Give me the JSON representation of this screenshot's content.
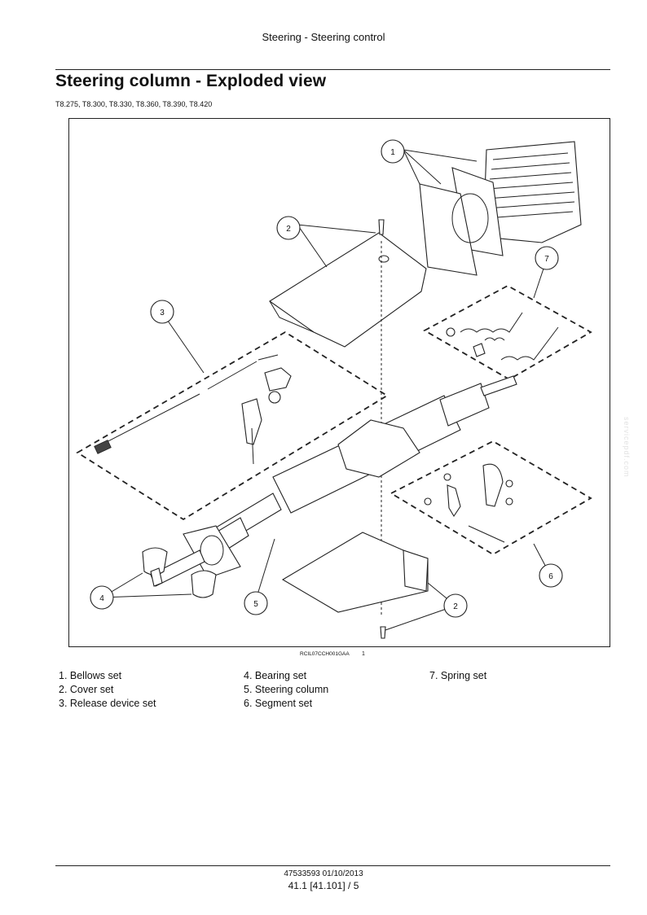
{
  "header": {
    "title": "Steering - Steering control"
  },
  "page": {
    "title": "Steering column - Exploded view",
    "models": "T8.275, T8.300, T8.330, T8.360, T8.390, T8.420"
  },
  "figure": {
    "code": "RCIL07CCH001GAA",
    "number": "1",
    "callouts": [
      "1",
      "2",
      "3",
      "7",
      "4",
      "5",
      "6",
      "2"
    ]
  },
  "legend": {
    "col1": [
      "1. Bellows set",
      "2. Cover set",
      "3. Release device set"
    ],
    "col2": [
      "4. Bearing set",
      "5. Steering column",
      "6. Segment set"
    ],
    "col3": [
      "7. Spring set"
    ]
  },
  "watermark": "servicepdf.com",
  "footer": {
    "document": "47533593 01/10/2013",
    "page": "41.1 [41.101] / 5"
  }
}
